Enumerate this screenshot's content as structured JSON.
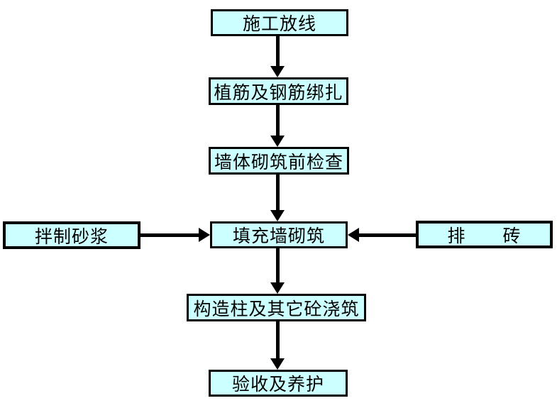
{
  "diagram": {
    "type": "flowchart",
    "background_color": "#ffffff",
    "node_fill_color": "#ccffff",
    "node_border_color": "#000000",
    "arrow_color": "#000000",
    "nodes": [
      {
        "id": "construction-layout",
        "label": "施工放线"
      },
      {
        "id": "rebar-planting-and-binding",
        "label": "植筋及钢筋绑扎"
      },
      {
        "id": "pre-masonry-inspection",
        "label": "墙体砌筑前检查"
      },
      {
        "id": "mortar-mixing",
        "label": "拌制砂浆"
      },
      {
        "id": "infill-wall-masonry",
        "label": "填充墙砌筑"
      },
      {
        "id": "brick-arrangement",
        "label": "排　　砖"
      },
      {
        "id": "column-and-concrete-pour",
        "label": "构造柱及其它砼浇筑"
      },
      {
        "id": "acceptance-and-curing",
        "label": "验收及养护"
      }
    ],
    "edges": [
      {
        "from": "construction-layout",
        "to": "rebar-planting-and-binding",
        "direction": "down"
      },
      {
        "from": "rebar-planting-and-binding",
        "to": "pre-masonry-inspection",
        "direction": "down"
      },
      {
        "from": "pre-masonry-inspection",
        "to": "infill-wall-masonry",
        "direction": "down"
      },
      {
        "from": "mortar-mixing",
        "to": "infill-wall-masonry",
        "direction": "right"
      },
      {
        "from": "brick-arrangement",
        "to": "infill-wall-masonry",
        "direction": "left"
      },
      {
        "from": "infill-wall-masonry",
        "to": "column-and-concrete-pour",
        "direction": "down"
      },
      {
        "from": "column-and-concrete-pour",
        "to": "acceptance-and-curing",
        "direction": "down"
      }
    ]
  }
}
